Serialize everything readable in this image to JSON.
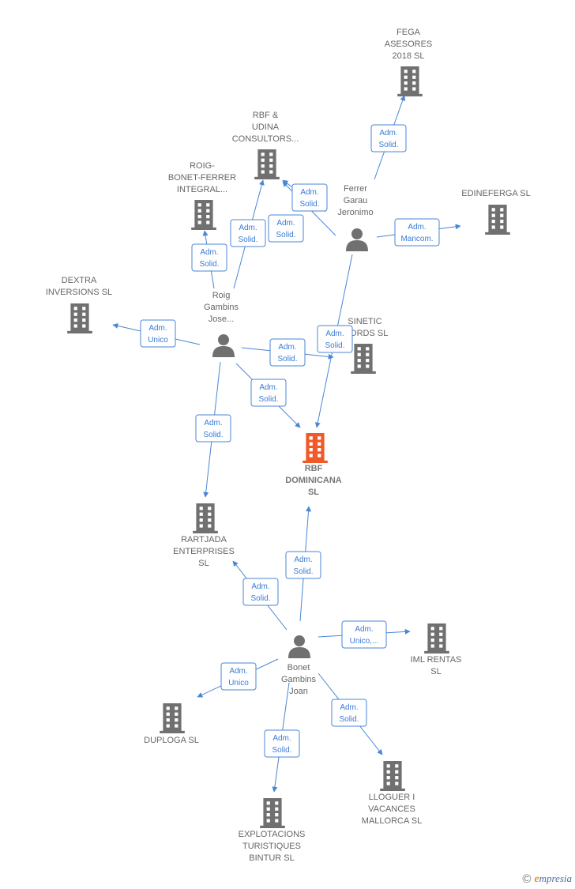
{
  "colors": {
    "building": "#707070",
    "focus": "#f05a28",
    "person": "#707070",
    "edge": "#4a86d6"
  },
  "nodes": [
    {
      "id": "fega",
      "type": "company",
      "icon": "building-icon",
      "label": [
        "FEGA",
        "ASESORES",
        "2018  SL"
      ]
    },
    {
      "id": "rbfudina",
      "type": "company",
      "icon": "building-icon",
      "label": [
        "RBF &",
        "UDINA",
        "CONSULTORS..."
      ]
    },
    {
      "id": "roigbonet",
      "type": "company",
      "icon": "building-icon",
      "label": [
        "ROIG-",
        "BONET-FERRER",
        "INTEGRAL..."
      ]
    },
    {
      "id": "edineferga",
      "type": "company",
      "icon": "building-icon",
      "label": [
        "EDINEFERGA SL"
      ]
    },
    {
      "id": "ferrer",
      "type": "person",
      "icon": "person-icon",
      "label": [
        "Ferrer",
        "Garau",
        "Jeronimo"
      ]
    },
    {
      "id": "dextra",
      "type": "company",
      "icon": "building-icon",
      "label": [
        "DEXTRA",
        "INVERSIONS SL"
      ]
    },
    {
      "id": "roig",
      "type": "person",
      "icon": "person-icon",
      "label": [
        "Roig",
        "Gambins",
        "Jose..."
      ]
    },
    {
      "id": "sinetic",
      "type": "company",
      "icon": "building-icon",
      "label": [
        "SINETIC",
        "WORDS  SL"
      ]
    },
    {
      "id": "rbfdom",
      "type": "focus",
      "icon": "building-icon",
      "label": [
        "RBF",
        "DOMINICANA",
        "SL"
      ]
    },
    {
      "id": "rartjada",
      "type": "company",
      "icon": "building-icon",
      "label": [
        "RARTJADA",
        "ENTERPRISES",
        "SL"
      ]
    },
    {
      "id": "iml",
      "type": "company",
      "icon": "building-icon",
      "label": [
        "IML RENTAS",
        "SL"
      ]
    },
    {
      "id": "bonet",
      "type": "person",
      "icon": "person-icon",
      "label": [
        "Bonet",
        "Gambins",
        "Joan"
      ]
    },
    {
      "id": "duploga",
      "type": "company",
      "icon": "building-icon",
      "label": [
        "DUPLOGA  SL"
      ]
    },
    {
      "id": "lloguer",
      "type": "company",
      "icon": "building-icon",
      "label": [
        "LLOGUER I",
        "VACANCES",
        "MALLORCA  SL"
      ]
    },
    {
      "id": "bintur",
      "type": "company",
      "icon": "building-icon",
      "label": [
        "EXPLOTACIONS",
        "TURISTIQUES",
        "BINTUR  SL"
      ]
    }
  ],
  "edges": [
    {
      "from": "ferrer",
      "to": "fega",
      "label": [
        "Adm.",
        "Solid."
      ]
    },
    {
      "from": "ferrer",
      "to": "rbfudina",
      "label": [
        "Adm.",
        "Solid."
      ]
    },
    {
      "from": "ferrer",
      "to": "roigbonet",
      "label": [
        "Adm.",
        "Solid."
      ]
    },
    {
      "from": "ferrer",
      "to": "edineferga",
      "label": [
        "Adm.",
        "Mancom."
      ]
    },
    {
      "from": "ferrer",
      "to": "rbfdom",
      "label": [
        "Adm.",
        "Solid."
      ]
    },
    {
      "from": "roig",
      "to": "roigbonet",
      "label": [
        "Adm.",
        "Solid."
      ]
    },
    {
      "from": "roig",
      "to": "rbfudina",
      "label": [
        "Adm.",
        "Solid."
      ]
    },
    {
      "from": "roig",
      "to": "dextra",
      "label": [
        "Adm.",
        "Unico"
      ]
    },
    {
      "from": "roig",
      "to": "sinetic",
      "label": [
        "Adm.",
        "Solid."
      ]
    },
    {
      "from": "roig",
      "to": "rbfdom",
      "label": [
        "Adm.",
        "Solid."
      ]
    },
    {
      "from": "roig",
      "to": "rartjada",
      "label": [
        "Adm.",
        "Solid."
      ]
    },
    {
      "from": "bonet",
      "to": "rbfdom",
      "label": [
        "Adm.",
        "Solid."
      ]
    },
    {
      "from": "bonet",
      "to": "rartjada",
      "label": [
        "Adm.",
        "Solid."
      ]
    },
    {
      "from": "bonet",
      "to": "iml",
      "label": [
        "Adm.",
        "Unico,..."
      ]
    },
    {
      "from": "bonet",
      "to": "duploga",
      "label": [
        "Adm.",
        "Unico"
      ]
    },
    {
      "from": "bonet",
      "to": "lloguer",
      "label": [
        "Adm.",
        "Solid."
      ]
    },
    {
      "from": "bonet",
      "to": "bintur",
      "label": [
        "Adm.",
        "Solid."
      ]
    }
  ],
  "brand": {
    "copyright": "©",
    "initial": "e",
    "rest": "mpresia"
  }
}
